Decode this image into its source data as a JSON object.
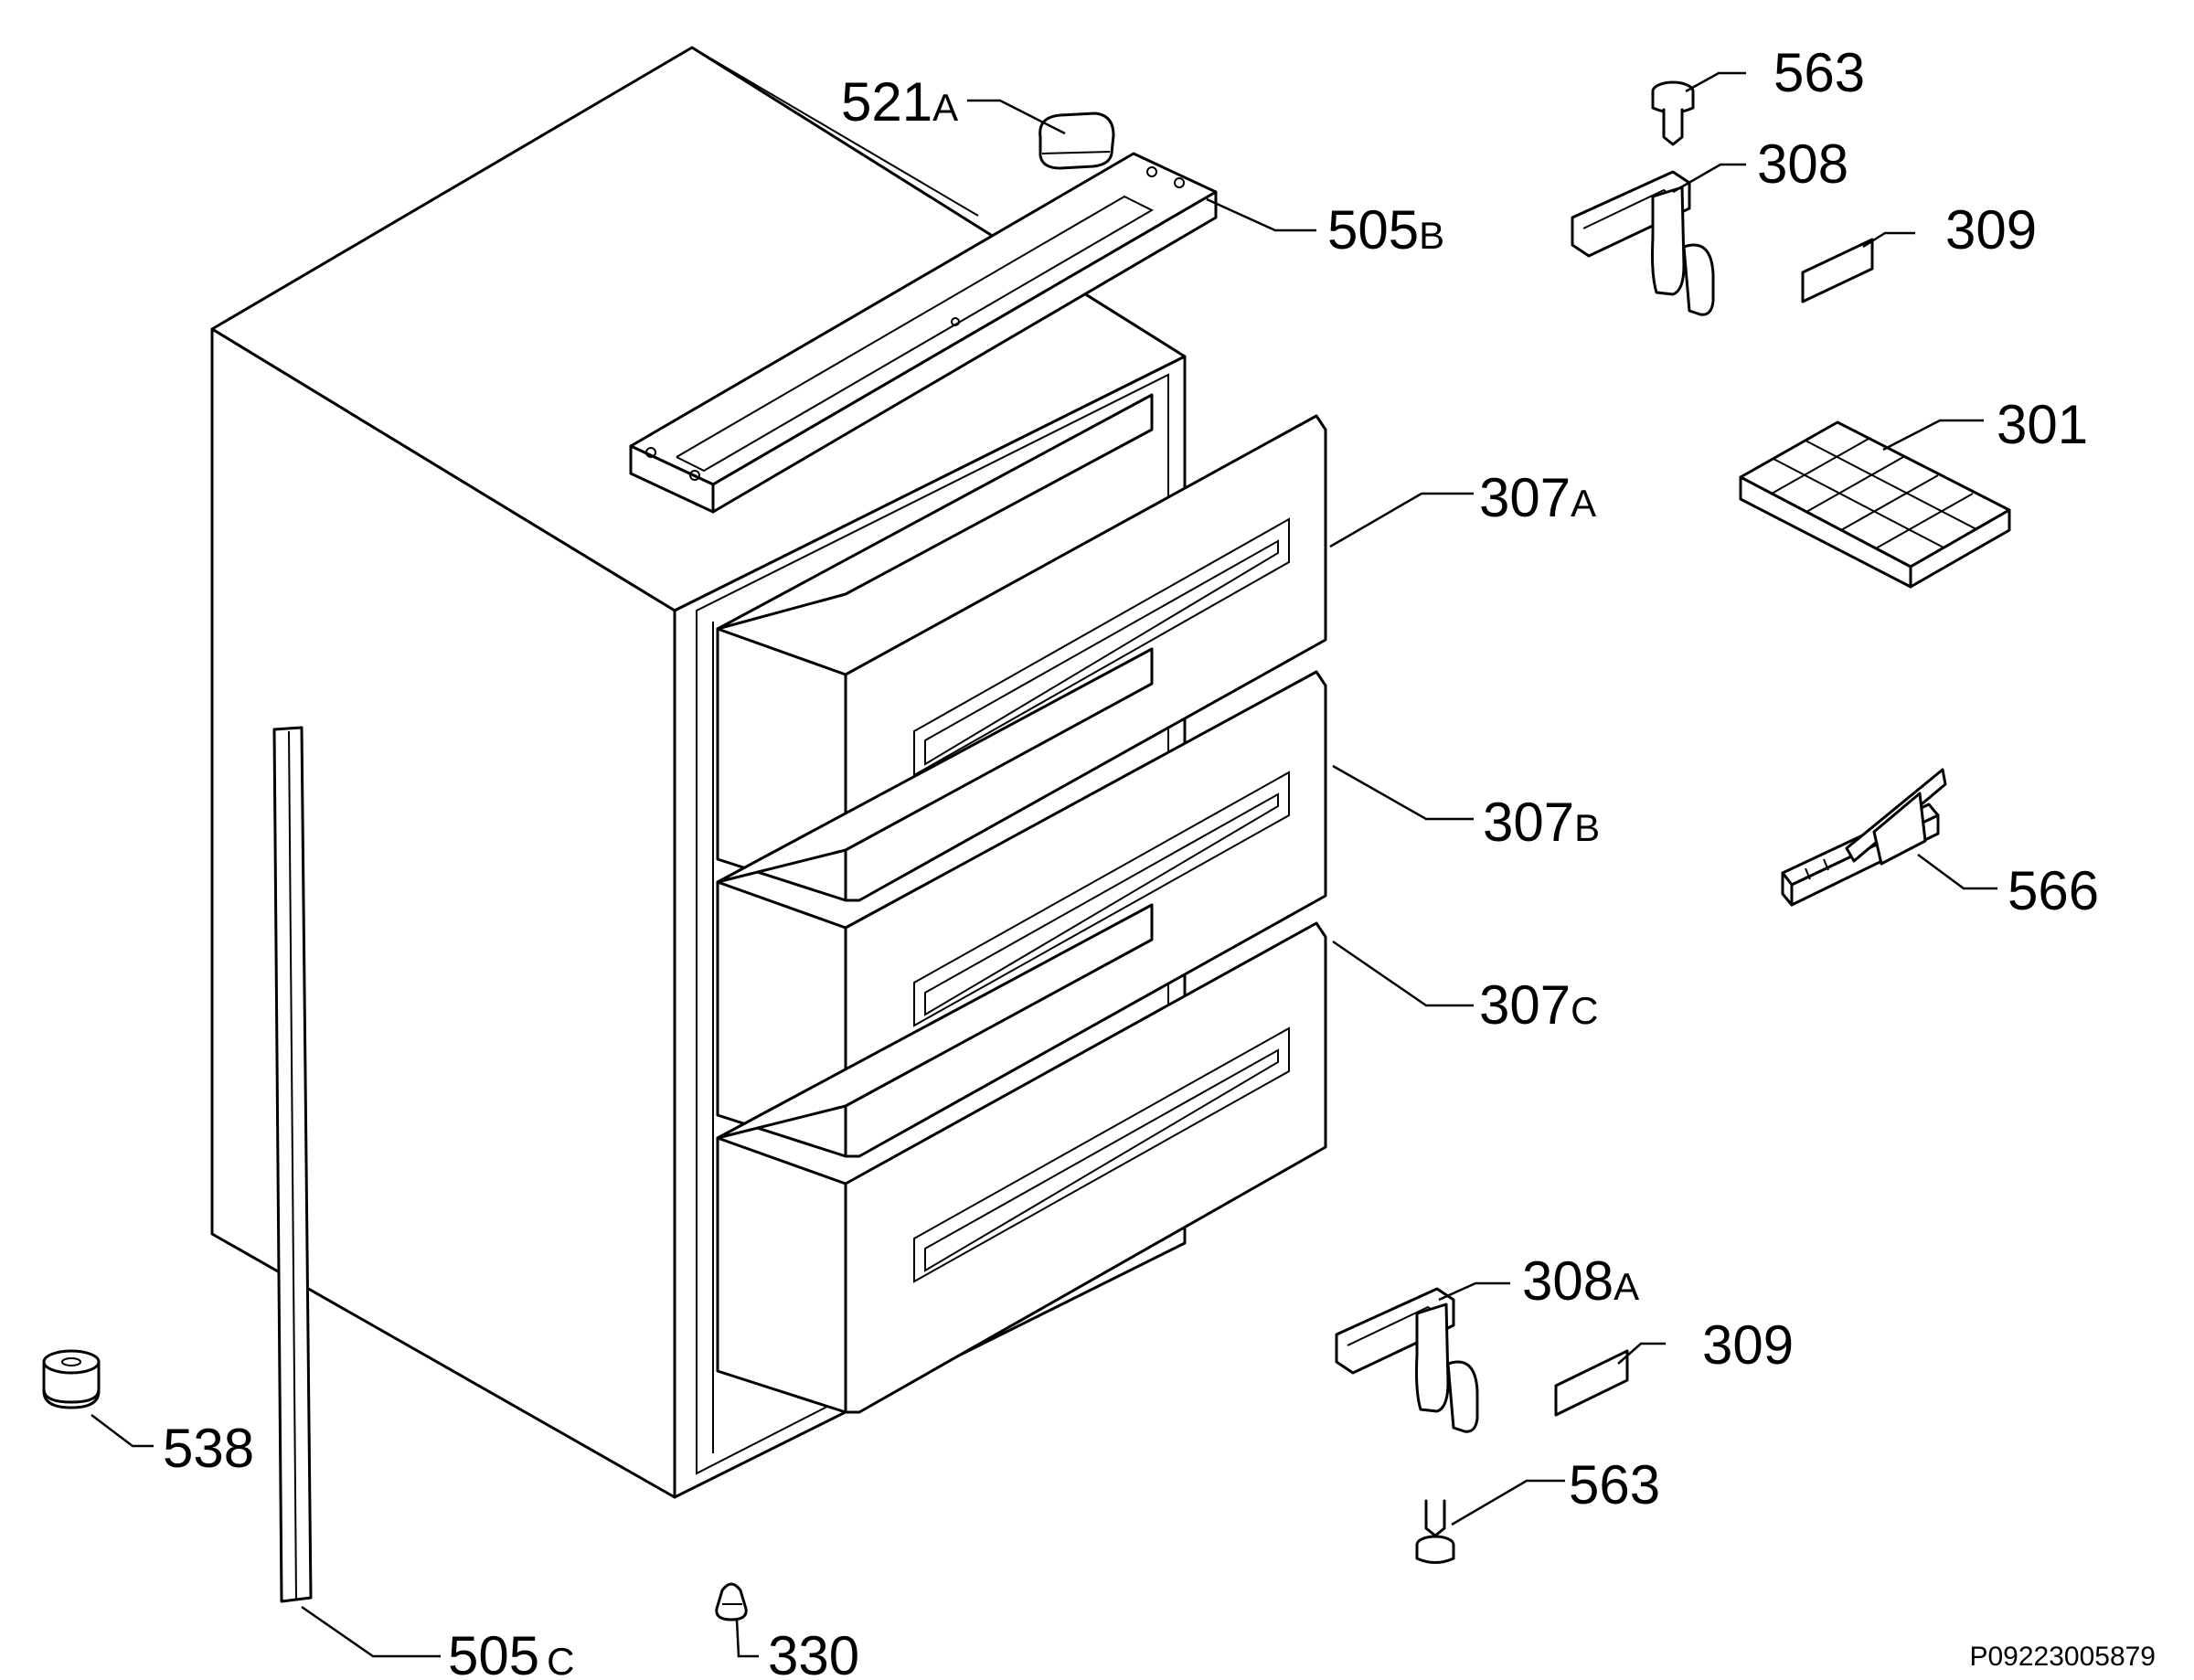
{
  "callouts": [
    {
      "id": "521a",
      "num": "521",
      "suffix": "A"
    },
    {
      "id": "505b",
      "num": "505",
      "suffix": "B"
    },
    {
      "id": "563-top",
      "num": "563",
      "suffix": ""
    },
    {
      "id": "308",
      "num": "308",
      "suffix": ""
    },
    {
      "id": "309-top",
      "num": "309",
      "suffix": ""
    },
    {
      "id": "301",
      "num": "301",
      "suffix": ""
    },
    {
      "id": "307a",
      "num": "307",
      "suffix": "A"
    },
    {
      "id": "307b",
      "num": "307",
      "suffix": "B"
    },
    {
      "id": "307c",
      "num": "307",
      "suffix": "C"
    },
    {
      "id": "566",
      "num": "566",
      "suffix": ""
    },
    {
      "id": "308a",
      "num": "308",
      "suffix": "A"
    },
    {
      "id": "309-bottom",
      "num": "309",
      "suffix": ""
    },
    {
      "id": "563-bottom",
      "num": "563",
      "suffix": ""
    },
    {
      "id": "538",
      "num": "538",
      "suffix": ""
    },
    {
      "id": "505c",
      "num": "505",
      "suffix": "C"
    },
    {
      "id": "330",
      "num": "330",
      "suffix": ""
    }
  ],
  "drawing_code": "P09223005879"
}
